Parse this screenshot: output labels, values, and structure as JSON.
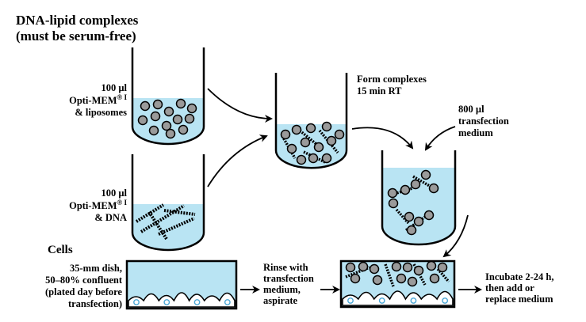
{
  "title": {
    "line1": "DNA-lipid complexes",
    "line2": "(must be serum-free)"
  },
  "tube_liposomes": {
    "vol": "100 µl",
    "medium": "Opti-MEM",
    "medium_sup": "® I",
    "content": "& liposomes"
  },
  "tube_dna": {
    "vol": "100 µl",
    "medium": "Opti-MEM",
    "medium_sup": "® I",
    "content": "& DNA"
  },
  "form_complexes": {
    "line1": "Form complexes",
    "line2": "15 min RT"
  },
  "add_medium": {
    "line1": "800 µl",
    "line2": "transfection",
    "line3": "medium"
  },
  "cells": {
    "heading": "Cells",
    "line1": "35-mm dish,",
    "line2": "50–80% confluent",
    "line3": "(plated day before",
    "line4": "transfection)"
  },
  "rinse": {
    "line1": "Rinse with",
    "line2": "transfection",
    "line3": "medium,",
    "line4": "aspirate"
  },
  "incubate": {
    "line1": "Incubate 2-24 h,",
    "line2": "then add or",
    "line3": "replace medium"
  },
  "colors": {
    "liquid": "#b9e4f3",
    "liposome": "#9a9a9a",
    "cell_nucleus": "#49a6d6",
    "outline": "#000000"
  }
}
